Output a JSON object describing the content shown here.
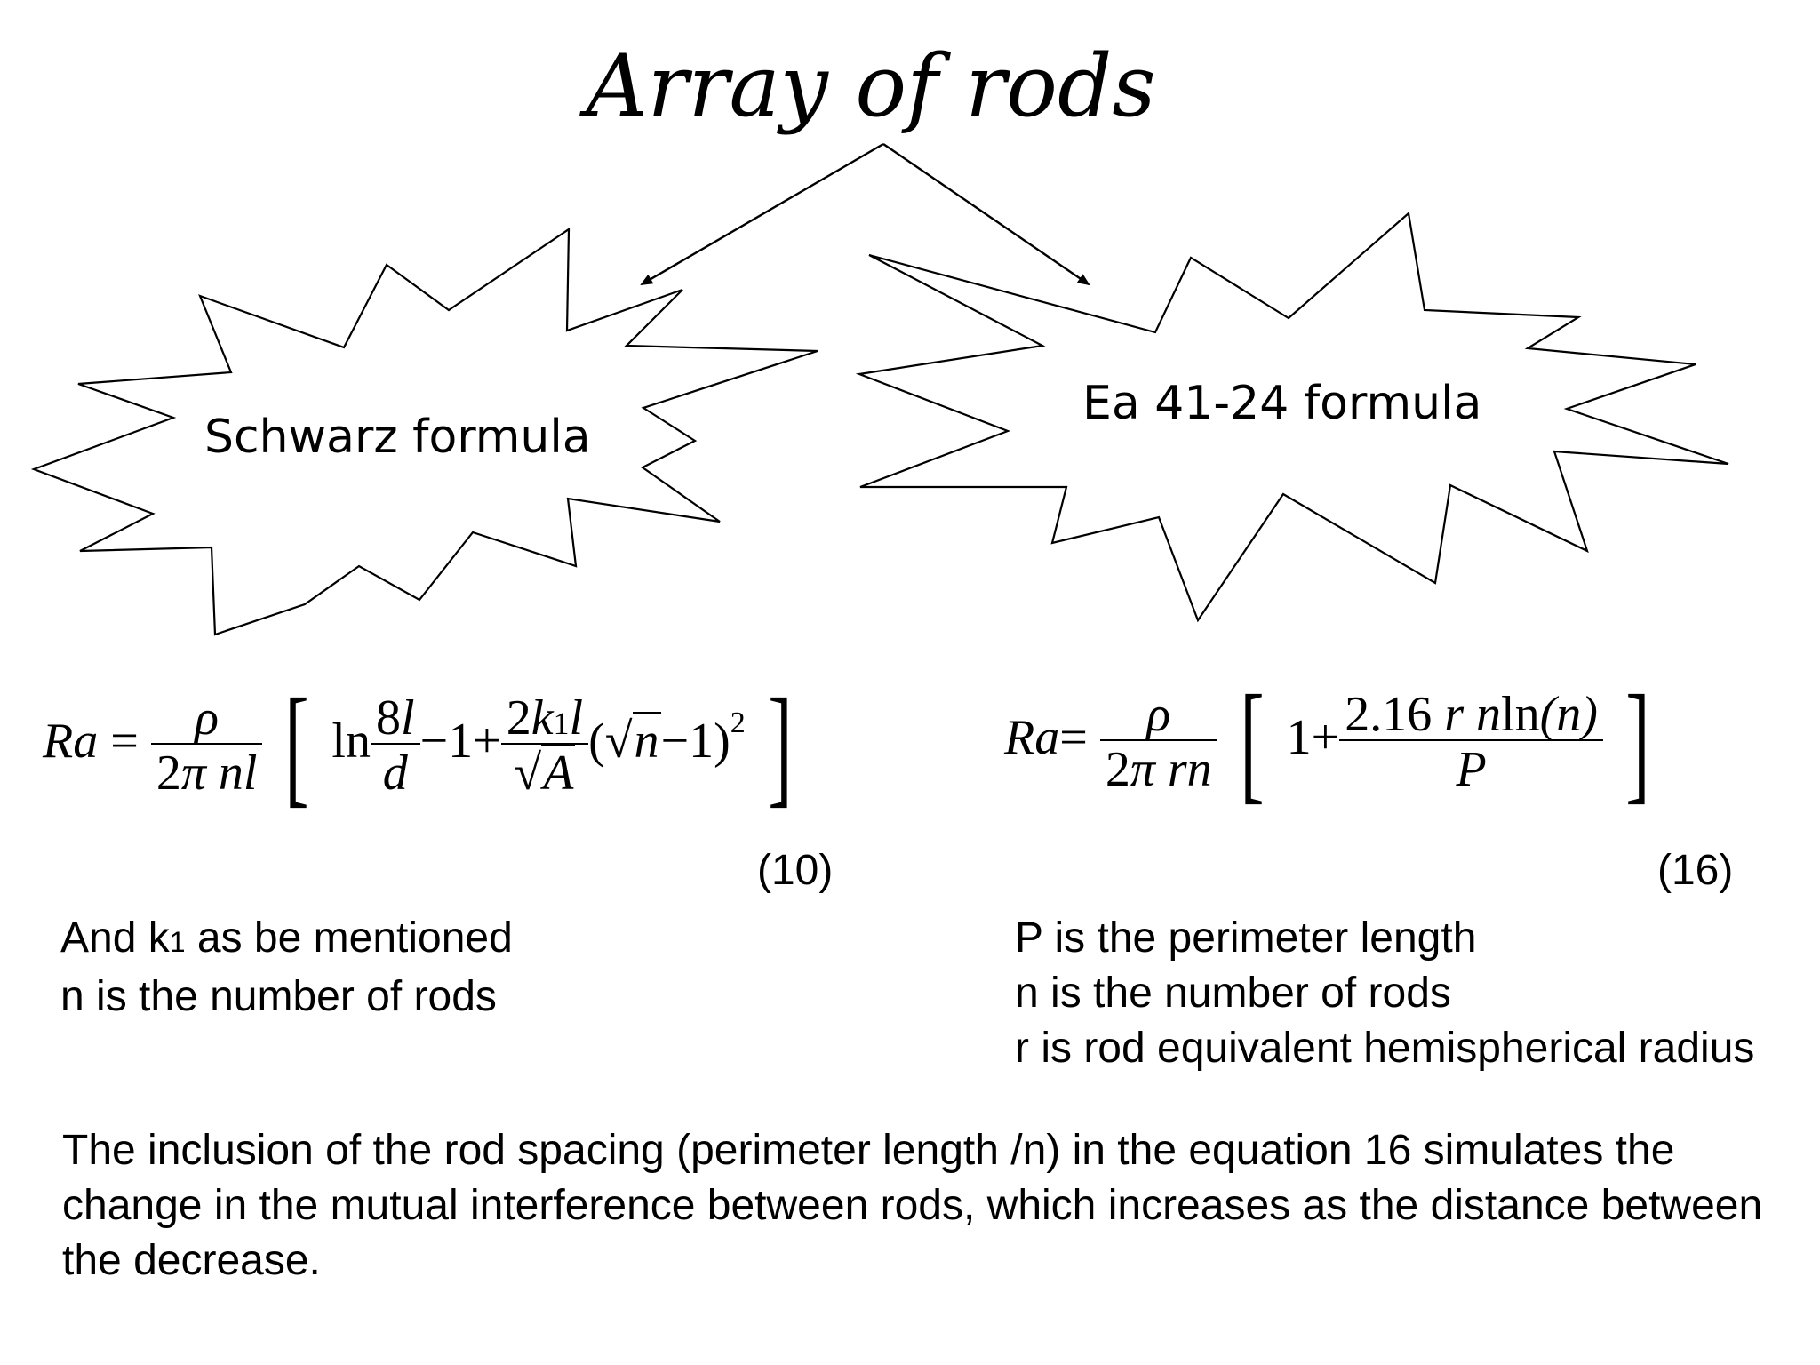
{
  "title": "Array of rods",
  "left": {
    "burst_label": "Schwarz formula",
    "formula": {
      "lhs": "Ra",
      "eq": "=",
      "rho": "ρ",
      "den_2": "2",
      "den_pi": "π",
      "den_vars": "nl",
      "ln": "ln",
      "frac1_num": "8",
      "frac1_num_var": "l",
      "frac1_den": "d",
      "minus_one": "−1+",
      "frac2_num": "2",
      "frac2_num_k": "k",
      "frac2_num_sub": "1",
      "frac2_num_l": "l",
      "frac2_den_var": "A",
      "sqrt_sign": "√",
      "paren_open": "(",
      "sqrt_n": "n",
      "paren_rest": "−1",
      "paren_close": ")",
      "exp": "2"
    },
    "eq_number": "(10)",
    "notes": {
      "line1_a": "And k",
      "line1_sub": "1",
      "line1_b": " as be mentioned",
      "line2": "n is the number of rods"
    }
  },
  "right": {
    "burst_label": "Ea 41-24 formula",
    "formula": {
      "lhs": "Ra",
      "eq": "=",
      "rho": "ρ",
      "den_2": "2",
      "den_pi": "π",
      "den_vars": "rn",
      "one_plus": "1+",
      "num_value": "2.16",
      "num_vars": "r n",
      "num_ln": "ln",
      "num_paren_n": "(n)",
      "den_P": "P"
    },
    "eq_number": "(16)",
    "notes": [
      "P is the perimeter length",
      "n is the number of rods",
      "r is rod equivalent hemispherical radius"
    ]
  },
  "footer": "The inclusion of the rod spacing (perimeter length /n) in the equation 16 simulates the change in the mutual interference between rods, which increases as the distance between the decrease."
}
